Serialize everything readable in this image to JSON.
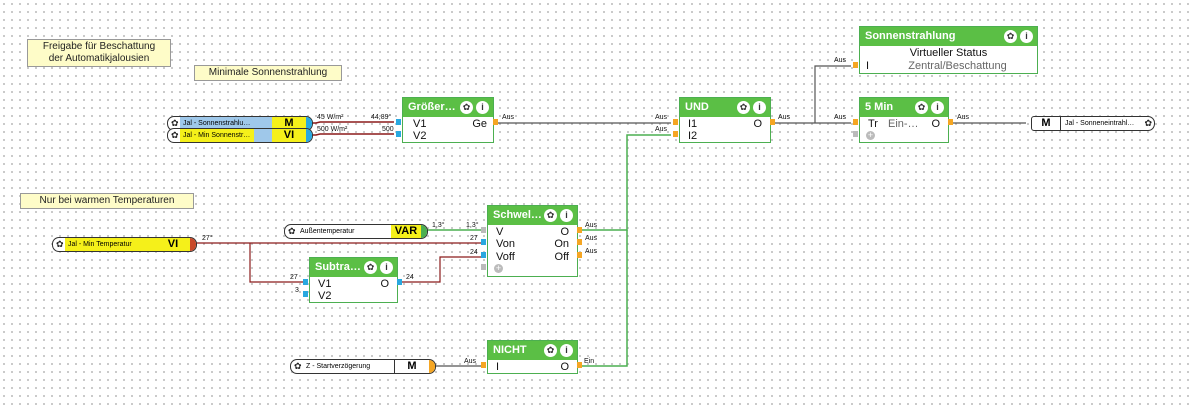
{
  "notes": {
    "freigabe_line1": "Freigabe für Beschattung",
    "freigabe_line2": "der Automatikjalousien",
    "minimale": "Minimale Sonnenstrahlung",
    "warm": "Nur bei warmen Temperaturen"
  },
  "inputs": {
    "sonne": {
      "label": "Jal - Sonnenstrahlu…",
      "tag": "M"
    },
    "minsonne": {
      "label": "Jal - Min Sonnenstr…",
      "tag": "VI"
    },
    "aussen": {
      "label": "Außentemperatur",
      "tag": "VAR"
    },
    "mintemp": {
      "label": "Jal - Min Temperatur",
      "tag": "VI"
    },
    "start": {
      "label": "Z - Startverzögerung",
      "tag": "M"
    }
  },
  "output": {
    "label": "Jal - Sonneneintrahl…",
    "tag": "M"
  },
  "blocks": {
    "groesser": {
      "title": "Größer…",
      "in": [
        "V1",
        "V2"
      ],
      "out": [
        "Ge"
      ]
    },
    "und": {
      "title": "UND",
      "in": [
        "I1",
        "I2"
      ],
      "out": [
        "O"
      ]
    },
    "sonnen": {
      "title": "Sonnenstrahlung",
      "line1": "Virtueller Status",
      "in": "I",
      "line2": "Zentral/Beschattung"
    },
    "fuenf": {
      "title": "5 Min",
      "in": "Tr",
      "mid": "Ein-…",
      "out": "O"
    },
    "schwel": {
      "title": "Schwel…",
      "in": [
        "V",
        "Von",
        "Voff"
      ],
      "out": [
        "O",
        "On",
        "Off"
      ]
    },
    "subtra": {
      "title": "Subtra…",
      "in": [
        "V1",
        "V2"
      ],
      "out": [
        "O"
      ]
    },
    "nicht": {
      "title": "NICHT",
      "in": [
        "I"
      ],
      "out": [
        "O"
      ]
    }
  },
  "wire_labels": {
    "w45a": "45 W/m²",
    "w44": "44,89°",
    "w500a": "500 W/m²",
    "w500b": "500",
    "aus_g": "Aus",
    "aus_und1": "Aus",
    "aus_und2": "Aus",
    "aus_undout": "Aus",
    "aus_so": "Aus",
    "aus_fi": "Aus",
    "aus_fo": "Aus",
    "w13a": "1,3°",
    "w13b": "1,3°",
    "w27a": "27°",
    "w27b": "27",
    "w27c": "27",
    "w3": "3",
    "w24a": "24",
    "w24b": "24",
    "aus_s1": "Aus",
    "aus_s2": "Aus",
    "aus_s3": "Aus",
    "aus_ni": "Aus",
    "ein_n": "Ein"
  },
  "colors": {
    "block_header": "#5bbf45",
    "wire_red": "#8b1a1a",
    "wire_green": "#4caf50",
    "wire_dark": "#555555",
    "source_yellow": "#f5f01a",
    "source_blue": "#9fc8ea"
  }
}
